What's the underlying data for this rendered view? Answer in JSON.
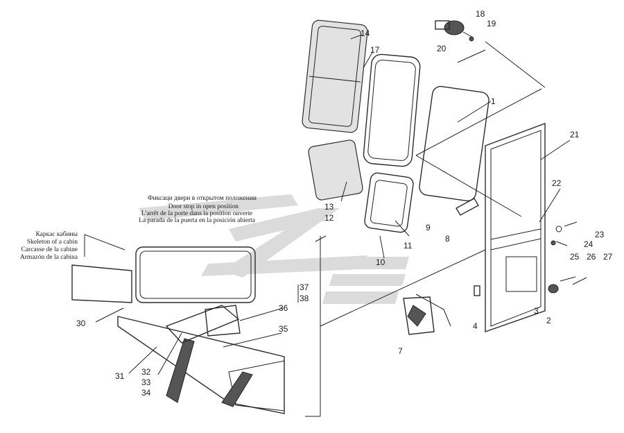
{
  "colors": {
    "line": "#222222",
    "watermark": "#c9c9c9",
    "glass": "#e2e2e2"
  },
  "callouts": {
    "c1": "1",
    "c2": "2",
    "c3": "3",
    "c4": "4",
    "c7": "7",
    "c8": "8",
    "c9": "9",
    "c10": "10",
    "c11": "11",
    "c12": "12",
    "c13": "13",
    "c14": "14",
    "c17": "17",
    "c18": "18",
    "c19": "19",
    "c20": "20",
    "c21": "21",
    "c22": "22",
    "c23": "23",
    "c24": "24",
    "c25": "25",
    "c26": "26",
    "c27": "27",
    "c30": "30",
    "c31": "31",
    "c32": "32",
    "c33": "33",
    "c34": "34",
    "c35": "35",
    "c36": "36",
    "c37": "37",
    "c38": "38"
  },
  "doorstop_caption": [
    "Фиксаци двери в открытом положении",
    "Door stop in open position",
    "L'arrêt de la porte dans la position ouverte",
    "La parada de la puerta en la posición abierta"
  ],
  "cabin_caption": [
    "Каркас кабины",
    "Skeleton of a cabin",
    "Carcasse de la cabine",
    "Armazón de la cabina"
  ]
}
